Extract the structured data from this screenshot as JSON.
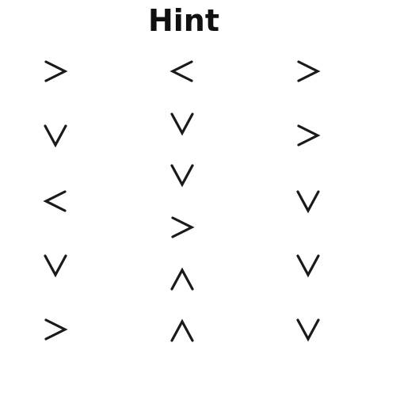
{
  "title": "Hint",
  "symbols": {
    "col1": [
      "right",
      "down",
      "left",
      "down",
      "right"
    ],
    "col2": [
      "left",
      "down",
      "down",
      "right",
      "up",
      "up"
    ],
    "col3": [
      "right",
      "right",
      "down",
      "down",
      "down"
    ]
  },
  "colors": {
    "glyph": "#1a1a1a",
    "background": "#ffffff"
  }
}
